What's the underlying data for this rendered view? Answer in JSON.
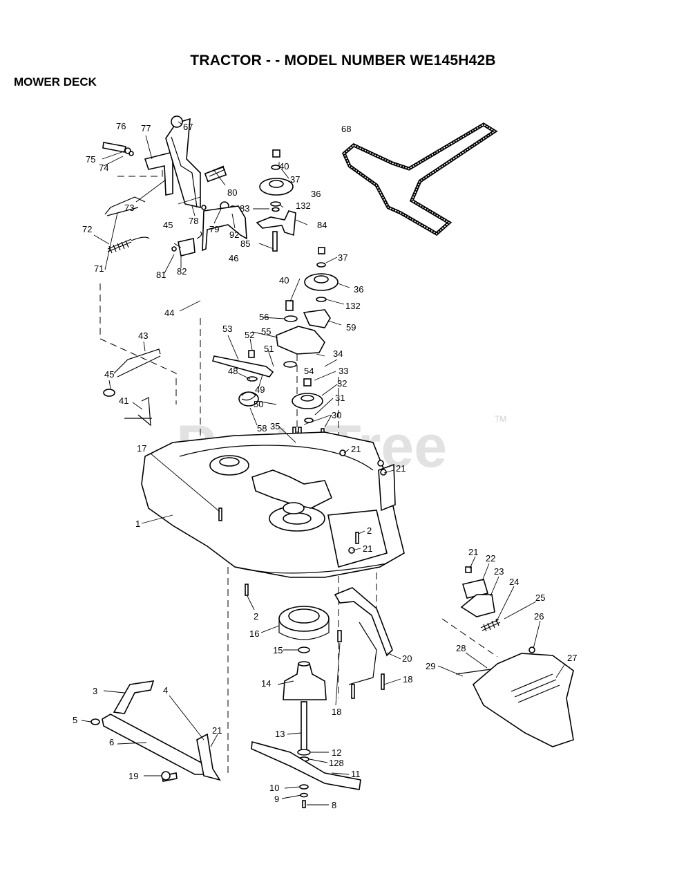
{
  "title": "TRACTOR - - MODEL NUMBER WE145H42B",
  "section": "MOWER DECK",
  "watermark": "PartsTree",
  "watermark_tm": "TM",
  "callouts": [
    {
      "id": "76",
      "label": "76"
    },
    {
      "id": "77",
      "label": "77"
    },
    {
      "id": "67",
      "label": "67"
    },
    {
      "id": "75",
      "label": "75"
    },
    {
      "id": "74",
      "label": "74"
    },
    {
      "id": "73",
      "label": "73"
    },
    {
      "id": "80",
      "label": "80"
    },
    {
      "id": "78",
      "label": "78"
    },
    {
      "id": "79",
      "label": "79"
    },
    {
      "id": "92",
      "label": "92"
    },
    {
      "id": "72",
      "label": "72"
    },
    {
      "id": "45a",
      "label": "45"
    },
    {
      "id": "81",
      "label": "81"
    },
    {
      "id": "82",
      "label": "82"
    },
    {
      "id": "71",
      "label": "71"
    },
    {
      "id": "46",
      "label": "46"
    },
    {
      "id": "44",
      "label": "44"
    },
    {
      "id": "40a",
      "label": "40"
    },
    {
      "id": "37a",
      "label": "37"
    },
    {
      "id": "36a",
      "label": "36"
    },
    {
      "id": "83",
      "label": "83"
    },
    {
      "id": "132a",
      "label": "132"
    },
    {
      "id": "84",
      "label": "84"
    },
    {
      "id": "85",
      "label": "85"
    },
    {
      "id": "68",
      "label": "68"
    },
    {
      "id": "37b",
      "label": "37"
    },
    {
      "id": "40b",
      "label": "40"
    },
    {
      "id": "36b",
      "label": "36"
    },
    {
      "id": "132b",
      "label": "132"
    },
    {
      "id": "56",
      "label": "56"
    },
    {
      "id": "59",
      "label": "59"
    },
    {
      "id": "55",
      "label": "55"
    },
    {
      "id": "53",
      "label": "53"
    },
    {
      "id": "52",
      "label": "52"
    },
    {
      "id": "51",
      "label": "51"
    },
    {
      "id": "34",
      "label": "34"
    },
    {
      "id": "54",
      "label": "54"
    },
    {
      "id": "33",
      "label": "33"
    },
    {
      "id": "48",
      "label": "48"
    },
    {
      "id": "49",
      "label": "49"
    },
    {
      "id": "32",
      "label": "32"
    },
    {
      "id": "50",
      "label": "50"
    },
    {
      "id": "31",
      "label": "31"
    },
    {
      "id": "43",
      "label": "43"
    },
    {
      "id": "45b",
      "label": "45"
    },
    {
      "id": "41",
      "label": "41"
    },
    {
      "id": "58",
      "label": "58"
    },
    {
      "id": "35",
      "label": "35"
    },
    {
      "id": "30",
      "label": "30"
    },
    {
      "id": "21a",
      "label": "21"
    },
    {
      "id": "17",
      "label": "17"
    },
    {
      "id": "21b",
      "label": "21"
    },
    {
      "id": "1",
      "label": "1"
    },
    {
      "id": "2a",
      "label": "2"
    },
    {
      "id": "21c",
      "label": "21"
    },
    {
      "id": "2b",
      "label": "2"
    },
    {
      "id": "16",
      "label": "16"
    },
    {
      "id": "15",
      "label": "15"
    },
    {
      "id": "14",
      "label": "14"
    },
    {
      "id": "20",
      "label": "20"
    },
    {
      "id": "18a",
      "label": "18"
    },
    {
      "id": "18b",
      "label": "18"
    },
    {
      "id": "21d",
      "label": "21"
    },
    {
      "id": "22",
      "label": "22"
    },
    {
      "id": "23",
      "label": "23"
    },
    {
      "id": "24",
      "label": "24"
    },
    {
      "id": "25",
      "label": "25"
    },
    {
      "id": "26",
      "label": "26"
    },
    {
      "id": "27",
      "label": "27"
    },
    {
      "id": "28",
      "label": "28"
    },
    {
      "id": "29",
      "label": "29"
    },
    {
      "id": "3",
      "label": "3"
    },
    {
      "id": "4",
      "label": "4"
    },
    {
      "id": "5",
      "label": "5"
    },
    {
      "id": "6",
      "label": "6"
    },
    {
      "id": "21e",
      "label": "21"
    },
    {
      "id": "13",
      "label": "13"
    },
    {
      "id": "12",
      "label": "12"
    },
    {
      "id": "128",
      "label": "128"
    },
    {
      "id": "11",
      "label": "11"
    },
    {
      "id": "19",
      "label": "19"
    },
    {
      "id": "10",
      "label": "10"
    },
    {
      "id": "9",
      "label": "9"
    },
    {
      "id": "8",
      "label": "8"
    }
  ]
}
